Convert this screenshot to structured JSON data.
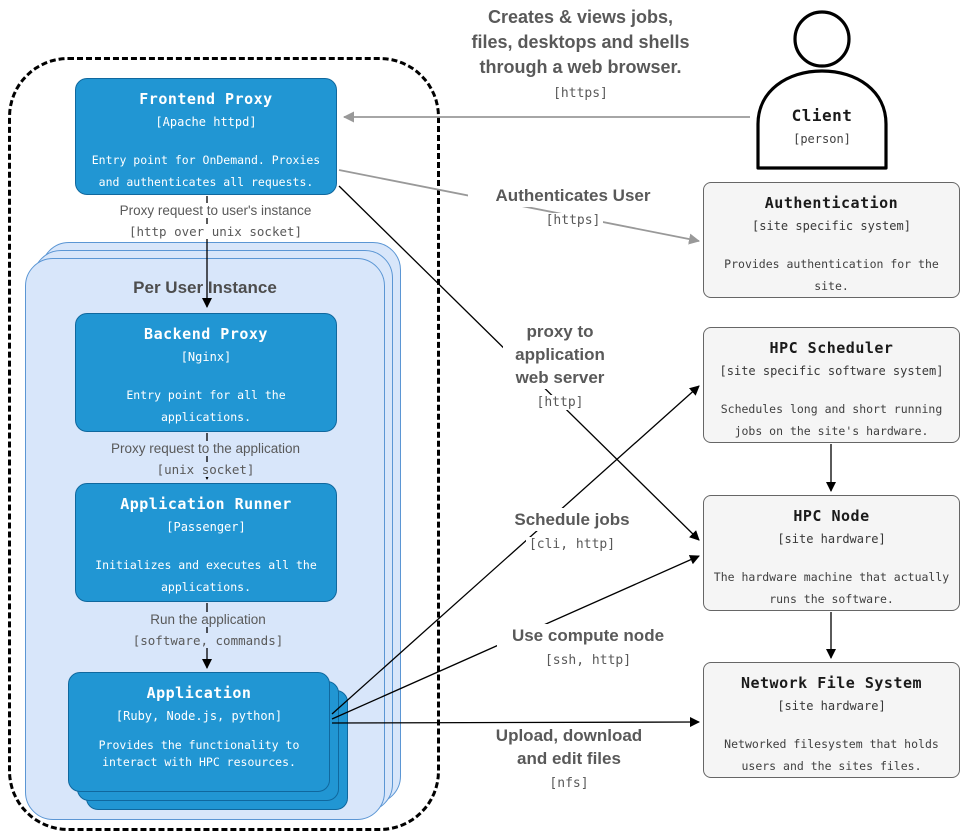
{
  "nodes": {
    "frontend_proxy": {
      "title": "Frontend Proxy",
      "tech": "[Apache httpd]",
      "description": "Entry point for OnDemand. Proxies and authenticates all requests."
    },
    "backend_proxy": {
      "title": "Backend Proxy",
      "tech": "[Nginx]",
      "description": "Entry point for all the applications."
    },
    "application_runner": {
      "title": "Application Runner",
      "tech": "[Passenger]",
      "description": "Initializes and executes all the applications."
    },
    "application": {
      "title": "Application",
      "tech": "[Ruby, Node.js, python]",
      "description": "Provides the functionality to interact with HPC resources."
    },
    "client": {
      "title": "Client",
      "tech": "[person]"
    },
    "authentication": {
      "title": "Authentication",
      "tech": "[site specific system]",
      "description": "Provides authentication for the site."
    },
    "hpc_scheduler": {
      "title": "HPC Scheduler",
      "tech": "[site specific software system]",
      "description": "Schedules long and short running jobs on the site's hardware."
    },
    "hpc_node": {
      "title": "HPC Node",
      "tech": "[site hardware]",
      "description": "The hardware machine that actually runs the software."
    },
    "network_file_system": {
      "title": "Network File System",
      "tech": "[site hardware]",
      "description": "Networked filesystem that holds users and the sites files."
    }
  },
  "group": {
    "per_user_instance_label": "Per User Instance"
  },
  "edges": {
    "client_to_frontend": {
      "label": "Creates & views jobs, files, desktops and shells through a web browser.",
      "protocol": "[https]"
    },
    "authenticates_user": {
      "label": "Authenticates User",
      "protocol": "[https]"
    },
    "proxy_to_app": {
      "label": "proxy to application web server",
      "protocol": "[http]"
    },
    "schedule_jobs": {
      "label": "Schedule jobs",
      "protocol": "[cli, http]"
    },
    "use_compute_node": {
      "label": "Use compute node",
      "protocol": "[ssh, http]"
    },
    "upload_files": {
      "label": "Upload, download and edit files",
      "protocol": "[nfs]"
    },
    "proxy_to_instance": {
      "label": "Proxy request to user's instance",
      "protocol": "[http over unix socket]"
    },
    "proxy_to_application": {
      "label": "Proxy request to the application",
      "protocol": "[unix socket]"
    },
    "run_application": {
      "label": "Run the application",
      "protocol": "[software, commands]"
    }
  },
  "colors": {
    "node_blue": "#2196d3",
    "node_blue_border": "#10689e",
    "group_fill": "#d8e6fa",
    "group_stroke": "#5b96d4",
    "system_fill": "#f5f5f5",
    "system_stroke": "#666666",
    "label_gray": "#595959",
    "arrow_gray": "#999999",
    "arrow_black": "#000000"
  }
}
